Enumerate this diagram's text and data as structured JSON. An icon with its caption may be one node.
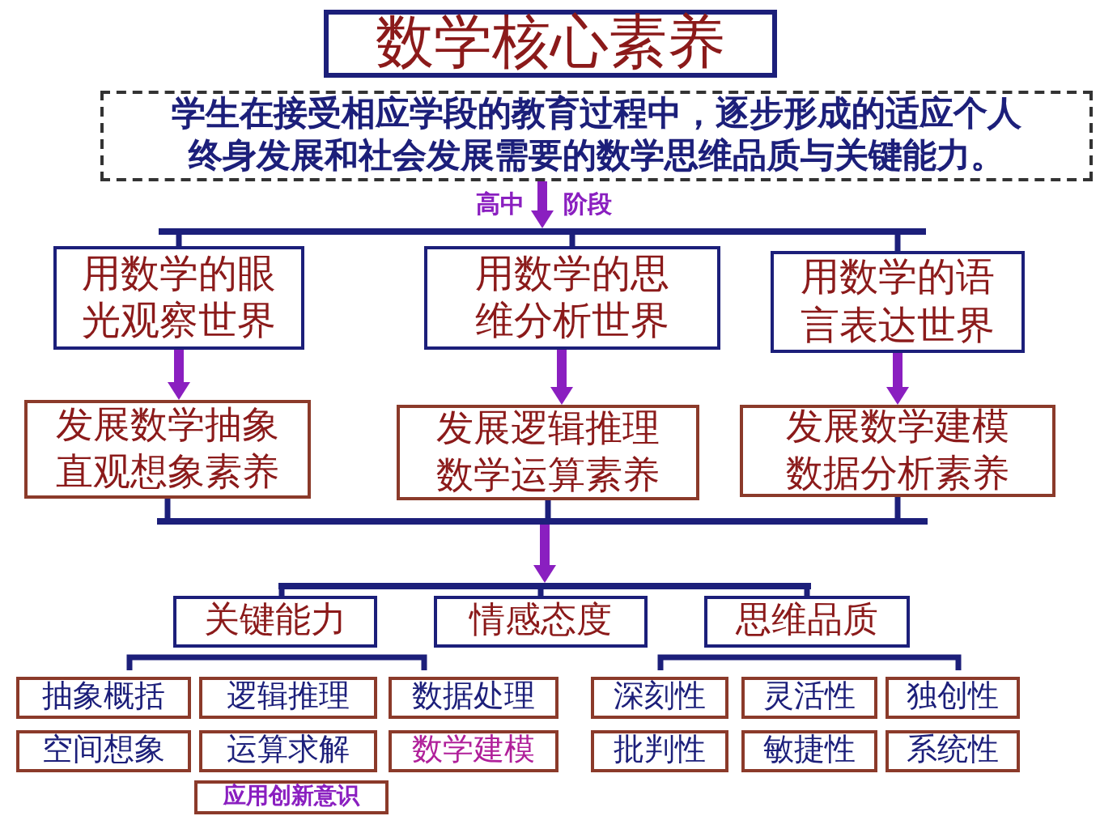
{
  "diagram": {
    "nodes": [
      {
        "text": [
          "数学核心素养"
        ]
      },
      {
        "text": [
          "学生在接受相应学段的教育过程中，逐步形成的适应个人终身发展和社会发展需要的数学思维品质与关键能力。"
        ]
      },
      {
        "text": [],
        "shape": "bar"
      },
      {
        "text": [
          "用数学的眼光观察世界"
        ]
      },
      {
        "text": [
          "用数学的思维分析世界"
        ]
      },
      {
        "text": [
          "用数学的语言表达世界"
        ]
      },
      {
        "text": [
          "发展数学抽象直观想象素养"
        ]
      },
      {
        "text": [
          "发展逻辑推理数学运算素养"
        ]
      },
      {
        "text": [
          "发展数学建模数据分析素养"
        ]
      },
      {
        "text": [],
        "shape": "bar"
      },
      {
        "text": [],
        "shape": "bar"
      },
      {
        "text": [
          "关键能力"
        ]
      },
      {
        "text": [
          "情感态度"
        ]
      },
      {
        "text": [
          "思维品质"
        ]
      },
      {
        "text": [
          "抽象概括"
        ]
      },
      {
        "text": [
          "逻辑推理"
        ]
      },
      {
        "text": [
          "数据处理"
        ]
      },
      {
        "text": [
          "空间想象"
        ]
      },
      {
        "text": [
          "运算求解"
        ]
      },
      {
        "text": [
          "数学建模"
        ]
      },
      {
        "text": [
          "应用创新意识"
        ]
      },
      {
        "text": [
          "深刻性"
        ]
      },
      {
        "text": [
          "灵活性"
        ]
      },
      {
        "text": [
          "独创性"
        ]
      },
      {
        "text": [
          "批判性"
        ]
      },
      {
        "text": [
          "敏捷性"
        ]
      },
      {
        "text": [
          "系统性"
        ]
      }
    ],
    "edges": [
      {
        "from": 1,
        "to": 2,
        "arrow": "to",
        "color": "#8a1fc0"
      },
      {
        "from": 2,
        "to": 3,
        "arrow": "none"
      },
      {
        "from": 2,
        "to": 4,
        "arrow": "none"
      },
      {
        "from": 2,
        "to": 5,
        "arrow": "none"
      },
      {
        "from": 3,
        "to": 6,
        "arrow": "to",
        "color": "#8a1fc0"
      },
      {
        "from": 4,
        "to": 7,
        "arrow": "to",
        "color": "#8a1fc0"
      },
      {
        "from": 5,
        "to": 8,
        "arrow": "to",
        "color": "#8a1fc0"
      },
      {
        "from": 6,
        "to": 9,
        "arrow": "none"
      },
      {
        "from": 7,
        "to": 9,
        "arrow": "none"
      },
      {
        "from": 8,
        "to": 9,
        "arrow": "none"
      },
      {
        "from": 9,
        "to": 10,
        "arrow": "to",
        "color": "#8a1fc0"
      },
      {
        "from": 10,
        "to": 11,
        "arrow": "none"
      },
      {
        "from": 10,
        "to": 12,
        "arrow": "none"
      },
      {
        "from": 10,
        "to": 13,
        "arrow": "none"
      }
    ],
    "labels": [
      "高中",
      "阶段"
    ]
  }
}
